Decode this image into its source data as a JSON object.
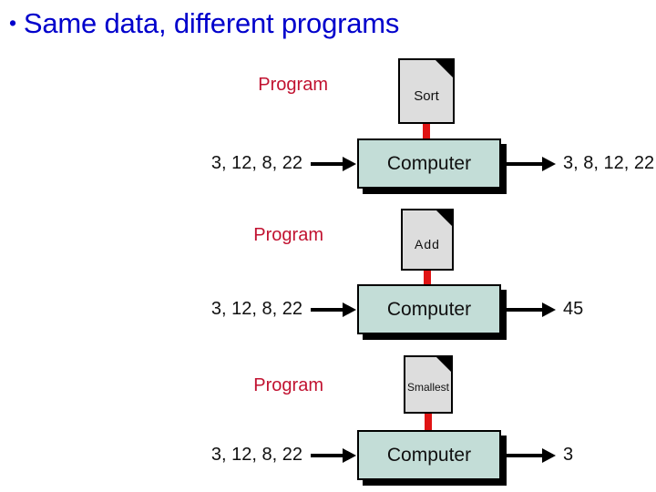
{
  "slide": {
    "bullet": "•",
    "title": "Same data, different programs",
    "title_color": "#0000CC"
  },
  "colors": {
    "title_blue": "#0000CC",
    "program_red": "#C11230",
    "arrow_red": "#E01414",
    "computer_fill": "#C3DDD7",
    "doc_fill": "#DDDDDD",
    "outline_black": "#000000"
  },
  "rows": [
    {
      "program_label": "Program",
      "program_name": "Sort",
      "processor_label": "Computer",
      "input": "3, 12, 8, 22",
      "output": "3, 8, 12, 22"
    },
    {
      "program_label": "Program",
      "program_name": "Add",
      "processor_label": "Computer",
      "input": "3, 12, 8, 22",
      "output": "45"
    },
    {
      "program_label": "Program",
      "program_name": "Smallest",
      "processor_label": "Computer",
      "input": "3, 12, 8, 22",
      "output": "3"
    }
  ]
}
